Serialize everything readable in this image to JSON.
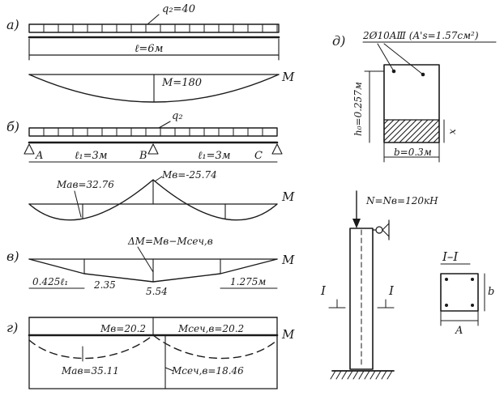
{
  "labels": {
    "fig_a": "а)",
    "fig_b": "б)",
    "fig_v": "в)",
    "fig_g": "г)",
    "fig_d": "д)",
    "load_a": "q₂=40",
    "span_a": "ℓ=6м",
    "m_a": "M=180",
    "m_letter": "M",
    "load_b": "q₂",
    "support_a": "A",
    "support_b": "B",
    "support_c": "C",
    "span_b1": "ℓ₁=3м",
    "span_b2": "ℓ₁=3м",
    "m_ab": "Mав=32.76",
    "m_b": "Mв=-25.74",
    "delta_m": "ΔM=Mв−Mсеч,в",
    "dim_left": "0.425ℓ₁",
    "dim_right": "1.275м",
    "val_235": "2.35",
    "val_554": "5.54",
    "m_b_g": "Mв=20.2",
    "m_sec_b": "Mсеч,в=20.2",
    "m_ab_g": "Mав=35.11",
    "m_sec_b_g": "Mсеч,в=18.46",
    "rebar": "2Ø10AⅢ (A's=1.57см²)",
    "h0": "h₀=0.257м",
    "x": "x",
    "b": "b=0.3м",
    "normal_force": "N=Nв=120кН",
    "section_mark": "I",
    "section_title": "I–I",
    "sec_b": "b",
    "sec_a": "A"
  }
}
